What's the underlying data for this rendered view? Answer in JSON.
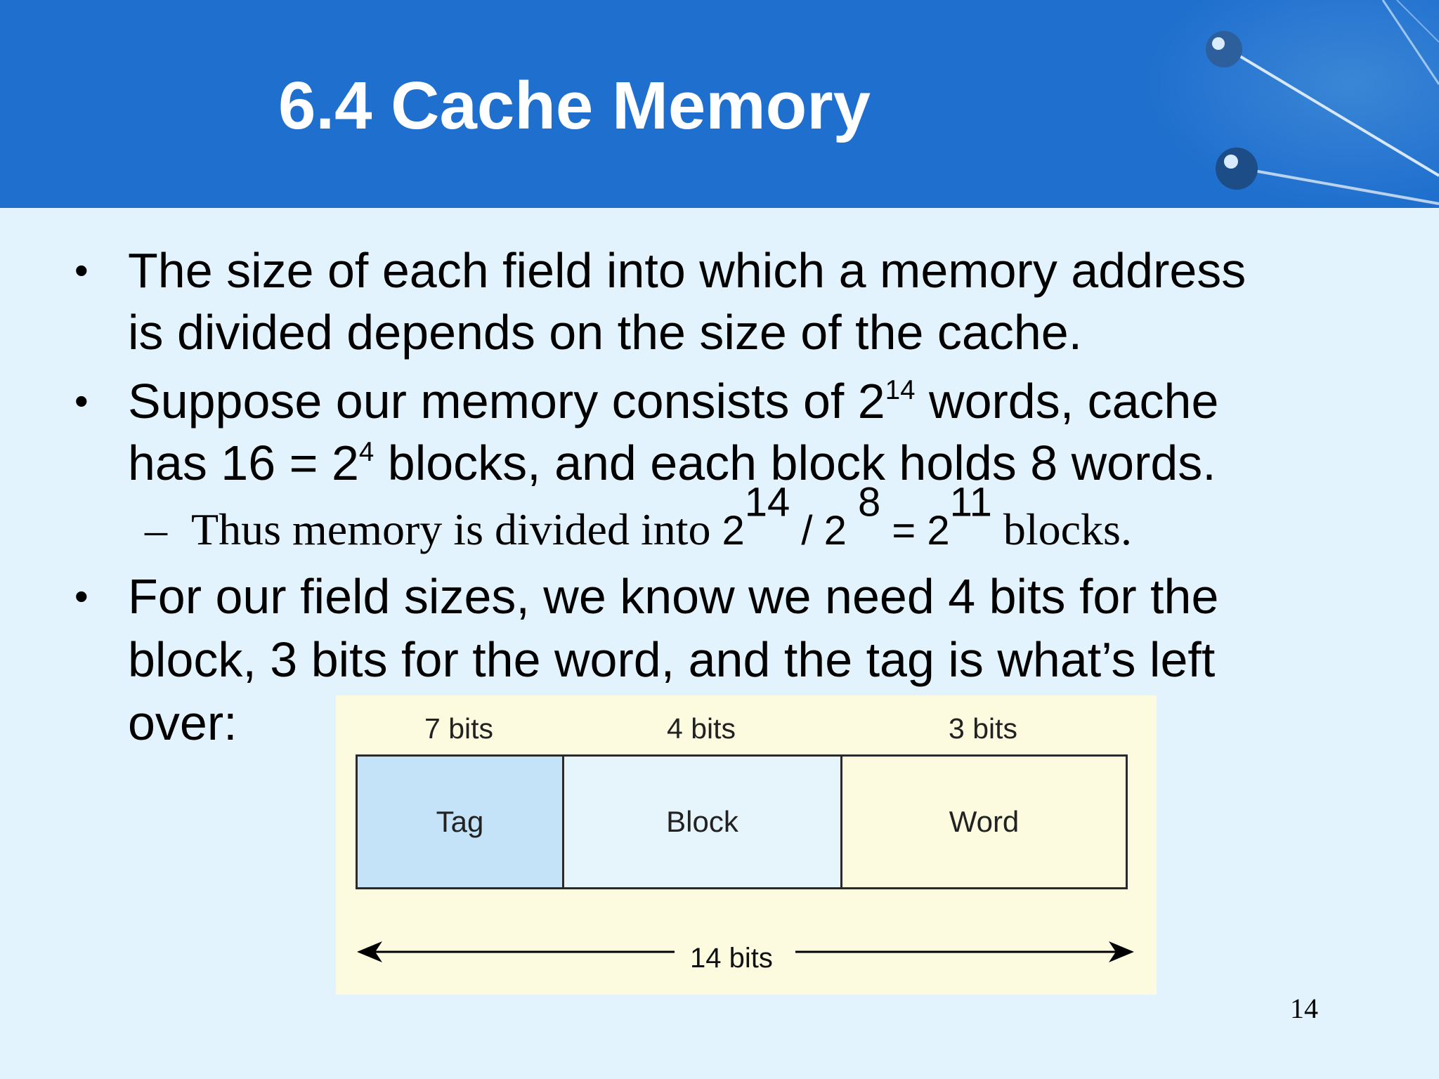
{
  "slide": {
    "title": "6.4 Cache Memory",
    "page_number": "14"
  },
  "bullets": [
    {
      "line1": "The size of each field into which a memory address",
      "line2": "is divided depends on the size of the cache."
    },
    {
      "line1_a": "Suppose our memory consists of 2",
      "line1_sup": "14",
      "line1_b": " words, cache",
      "line2_a": "has 16 = 2",
      "line2_sup": "4",
      "line2_b": " blocks, and each block holds 8 words."
    },
    {
      "line1": "For our field sizes, we know we need 4 bits for the",
      "line2": "block, 3 bits for the word, and the tag is what’s left",
      "line3": "over:"
    }
  ],
  "subbullet": {
    "dash": "–",
    "text_a": "Thus memory is divided into ",
    "n1": "2",
    "sup1": "14",
    "slash": " / 2",
    "sup2": " 8",
    "eq": " = 2",
    "sup3": "11",
    "text_b": " blocks."
  },
  "address_format": {
    "fields": [
      {
        "name": "Tag",
        "bits_label": "7 bits",
        "color": "#c4e3f8"
      },
      {
        "name": "Block",
        "bits_label": "4 bits",
        "color": "#e6f4fc"
      },
      {
        "name": "Word",
        "bits_label": "3 bits",
        "color": "#fdfbdf"
      }
    ],
    "total_label": "14 bits"
  },
  "colors": {
    "header": "#1f6fce",
    "background": "#e3f3fd",
    "diagram_background": "#fdfbdf"
  }
}
